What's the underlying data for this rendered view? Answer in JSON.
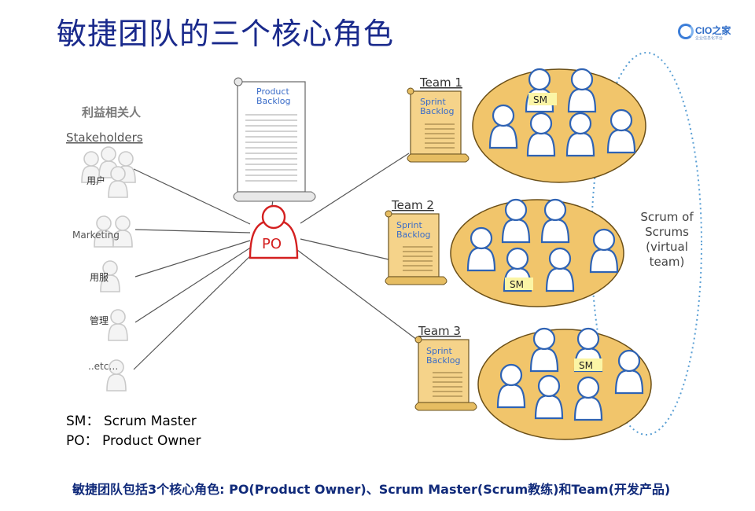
{
  "title": "敏捷团队的三个核心角色",
  "logo": {
    "text": "CIO之家",
    "subtitle": "企业信息化平台"
  },
  "stakeholders": {
    "heading_cn": "利益相关人",
    "heading_en": "Stakeholders",
    "groups": [
      "用户",
      "Marketing",
      "用服",
      "管理",
      "..etc…"
    ]
  },
  "product_backlog": {
    "label_line1": "Product",
    "label_line2": "Backlog"
  },
  "product_owner": {
    "label": "PO"
  },
  "teams": [
    {
      "name": "Team 1",
      "backlog_line1": "Sprint",
      "backlog_line2": "Backlog",
      "sm_label": "SM"
    },
    {
      "name": "Team 2",
      "backlog_line1": "Sprint",
      "backlog_line2": "Backlog",
      "sm_label": "SM"
    },
    {
      "name": "Team 3",
      "backlog_line1": "Sprint",
      "backlog_line2": "Backlog",
      "sm_label": "SM"
    }
  ],
  "scrum_of_scrums": {
    "line1": "Scrum of",
    "line2": "Scrums",
    "line3": "(virtual",
    "line4": "team)"
  },
  "legend": {
    "sm": "SM： Scrum Master",
    "po": "PO： Product Owner"
  },
  "caption": "敏捷团队包括3个核心角色: PO(Product Owner)、Scrum Master(Scrum教练)和Team(开发产品)",
  "colors": {
    "title": "#1a2a8c",
    "team_fill": "#f1c56b",
    "team_stroke": "#6b4f17",
    "person_stroke": "#2f63b4",
    "po_red": "#d42020",
    "scroll_fill": "#f5d38a",
    "sm_fill": "#fbf5a6",
    "virtual_team": "#5a9fd4"
  }
}
